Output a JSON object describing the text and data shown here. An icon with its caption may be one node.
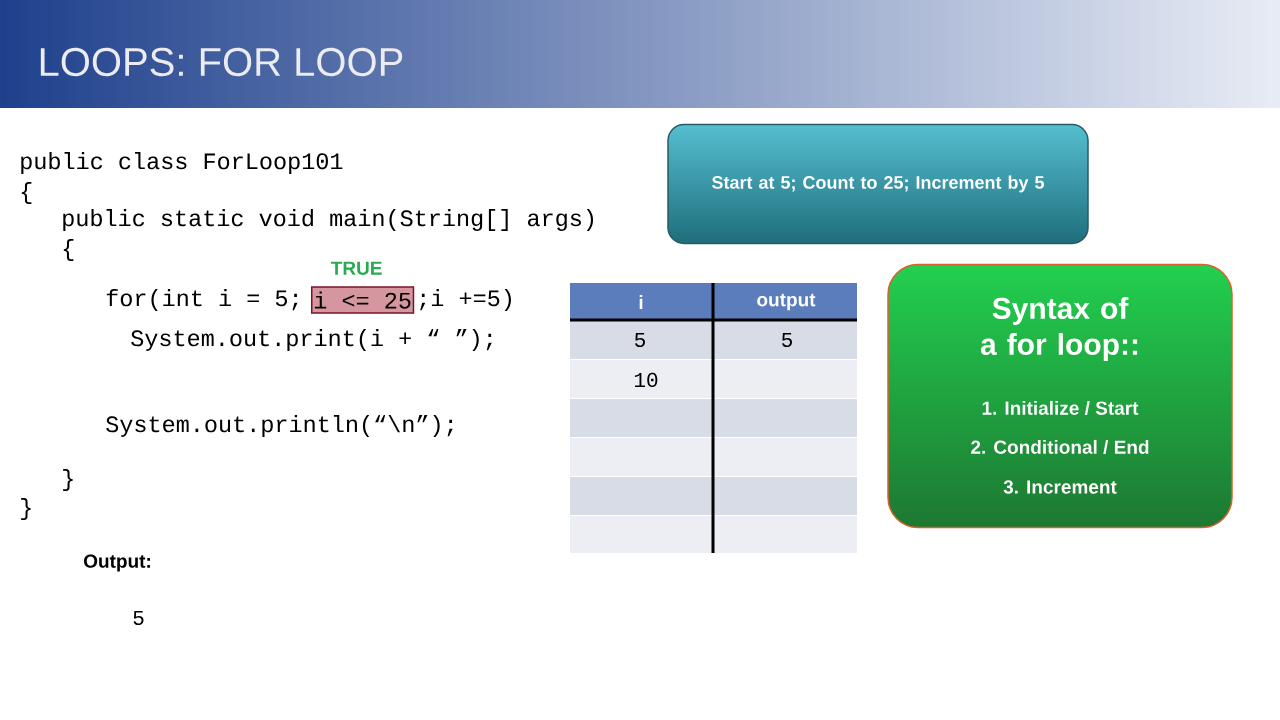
{
  "diagram": {
    "title": "LOOPS: FOR LOOP",
    "nodes": [
      {
        "text": [
          "Start at 5; Count to 25; Increment by 5"
        ]
      },
      {
        "text": [
          "i <= 25"
        ],
        "beside": [
          "TRUE"
        ]
      },
      {
        "text": [
          "Syntax of a for loop::",
          "1.  Initialize / Start",
          "2.  Conditional / End",
          "3.  Increment"
        ]
      }
    ],
    "labels": [
      "public class ForLoop101",
      "{",
      "public static void main(String[] args)",
      "{",
      "for(int i = 5;",
      ";i +=5)",
      "System.out.print(i + “ ”);",
      "System.out.println(“\\n”);",
      "}",
      "}",
      "i",
      "output",
      "5",
      "5",
      "10",
      "Output:",
      "5"
    ]
  }
}
